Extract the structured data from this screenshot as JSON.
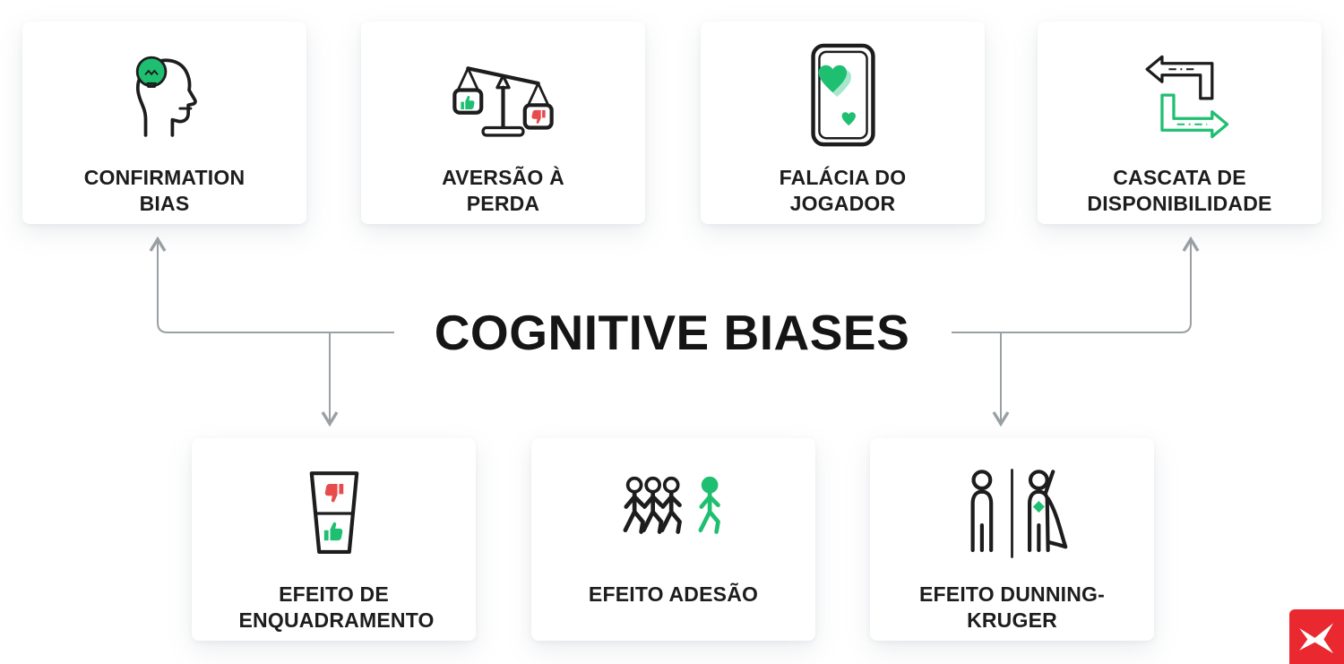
{
  "title": "COGNITIVE BIASES",
  "colors": {
    "green": "#1fbf71",
    "green_light": "#a9e7cc",
    "red": "#e84b4b",
    "ink": "#1d1d1d",
    "connector_gray": "#9aa0a3",
    "logo_red": "#ea2830",
    "card_bg": "#ffffff"
  },
  "cards": {
    "top": [
      {
        "label": "CONFIRMATION BIAS",
        "icon": "head-lightbulb-icon"
      },
      {
        "label": "AVERSÃO À PERDA",
        "icon": "balance-scale-icon"
      },
      {
        "label": "FALÁCIA DO JOGADOR",
        "icon": "playing-card-hearts-icon"
      },
      {
        "label": "CASCATA DE DISPONIBILIDADE",
        "icon": "cycle-arrows-icon"
      }
    ],
    "bottom": [
      {
        "label": "EFEITO DE ENQUADRAMENTO",
        "icon": "glass-thumbs-icon"
      },
      {
        "label": "EFEITO ADESÃO",
        "icon": "walking-crowd-icon"
      },
      {
        "label": "EFEITO DUNNING-KRUGER",
        "icon": "person-superhero-icon"
      }
    ]
  },
  "logo": {
    "name": "brand-logo"
  }
}
